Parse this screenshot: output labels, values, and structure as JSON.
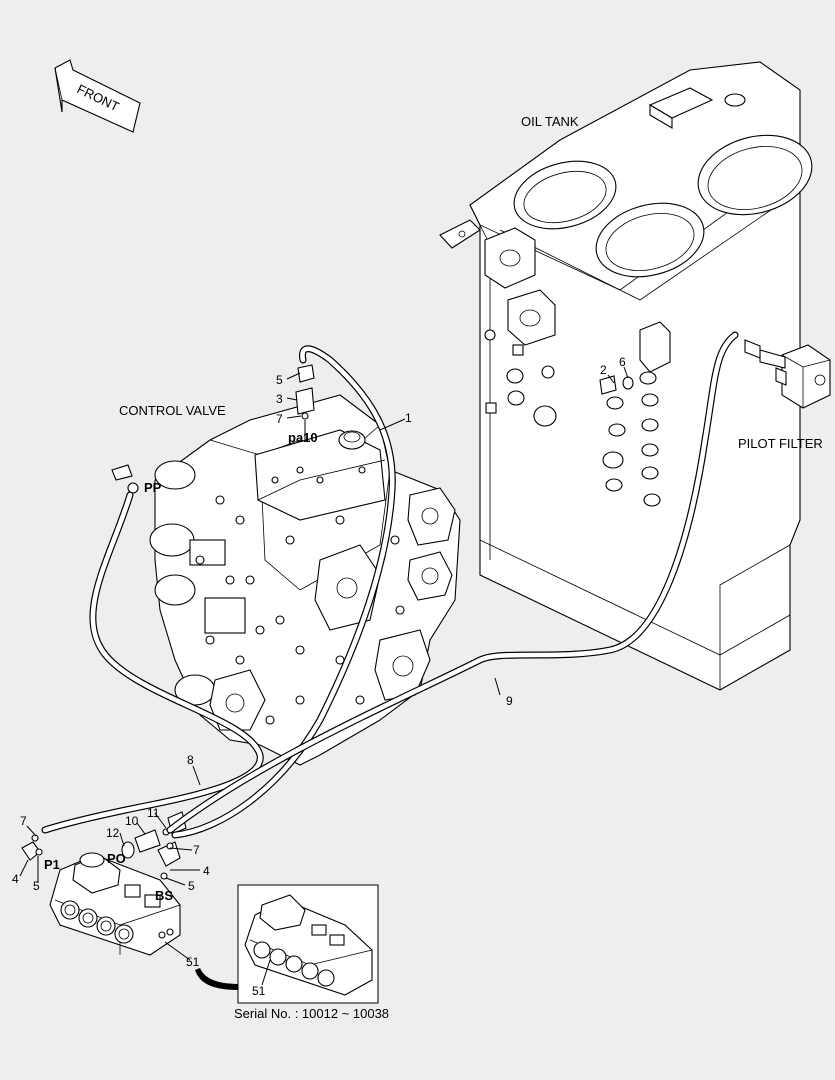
{
  "labels": {
    "front": "FRONT",
    "oil_tank": "OIL TANK",
    "control_valve": "CONTROL VALVE",
    "pilot_filter": "PILOT FILTER",
    "serial": "Serial No. : 10012 ~ 10038"
  },
  "ports": {
    "pa10": "pa10",
    "pp": "PP",
    "p1": "P1",
    "po": "PO",
    "bs": "BS"
  },
  "callouts": {
    "c1": "1",
    "c2": "2",
    "c3": "3",
    "c4a": "4",
    "c4b": "4",
    "c5a": "5",
    "c5b": "5",
    "c5c": "5",
    "c6": "6",
    "c7a": "7",
    "c7b": "7",
    "c7c": "7",
    "c8": "8",
    "c9": "9",
    "c10": "10",
    "c11": "11",
    "c12": "12",
    "c51a": "51",
    "c51b": "51"
  },
  "colors": {
    "background": "#eeeeee",
    "line": "#000000",
    "fill": "#ffffff"
  }
}
